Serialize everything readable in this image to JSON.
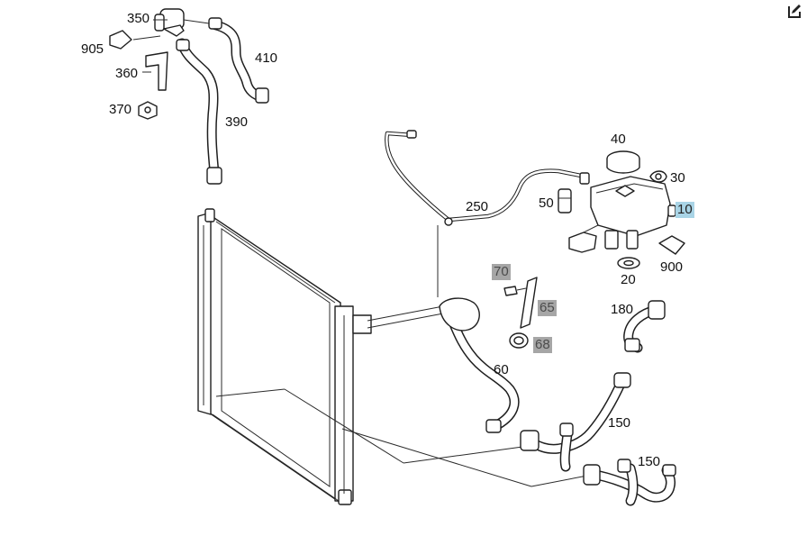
{
  "labels": {
    "l350": "350",
    "l905": "905",
    "l410": "410",
    "l360": "360",
    "l370": "370",
    "l390": "390",
    "l40": "40",
    "l30": "30",
    "l250": "250",
    "l50": "50",
    "l10": "10",
    "l900": "900",
    "l20": "20",
    "l70": "70",
    "l65": "65",
    "l68": "68",
    "l180": "180",
    "l60": "60",
    "l150a": "150",
    "l150b": "150"
  },
  "icons": {
    "edit": "edit-icon"
  },
  "colors": {
    "highlight": "#a9d4e6",
    "gray_label": "#a6a6a6"
  }
}
